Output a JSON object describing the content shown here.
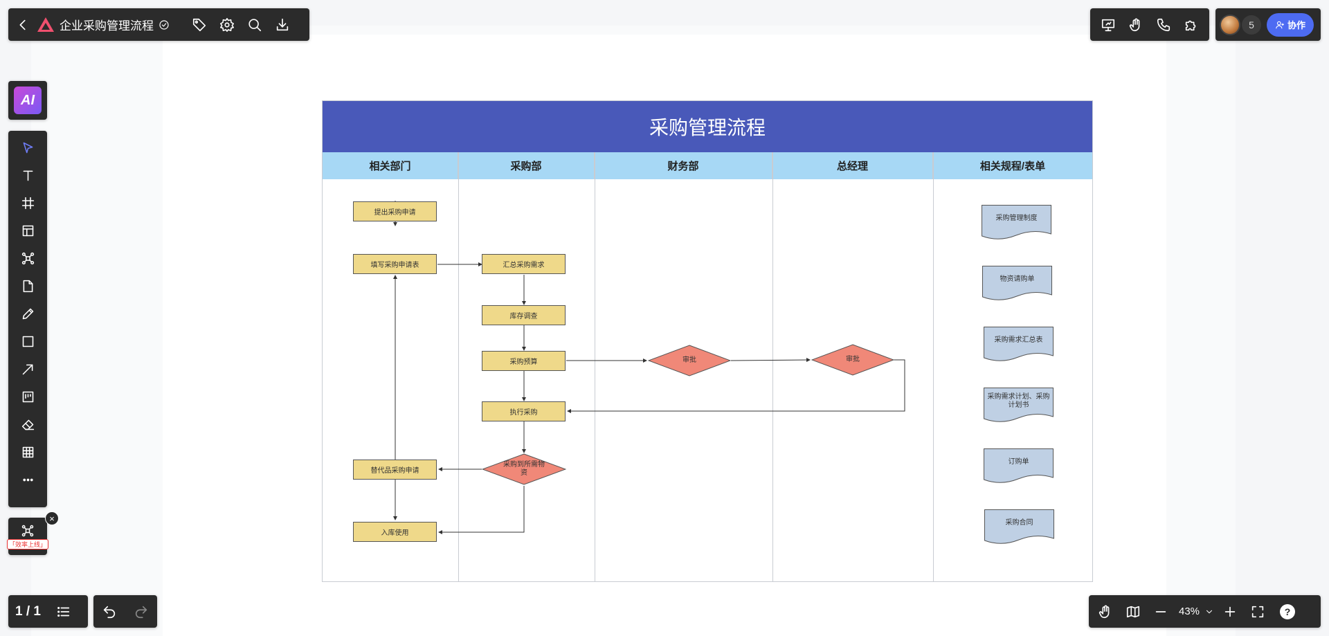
{
  "header": {
    "title": "企业采购管理流程",
    "collab_count": "5",
    "collab_label": "协作"
  },
  "ai": {
    "label": "AI"
  },
  "mini_tool": {
    "tag": "「效率上线」"
  },
  "footer": {
    "page_indicator": "1 / 1",
    "zoom": "43%",
    "help": "?"
  },
  "diagram": {
    "title": "采购管理流程",
    "lanes": [
      "相关部门",
      "采购部",
      "财务部",
      "总经理",
      "相关规程/表单"
    ],
    "nodes": {
      "submit_request": "提出采购申请",
      "fill_form": "填写采购申请表",
      "summarize": "汇总采购需求",
      "inventory": "库存调查",
      "budget": "采购预算",
      "approve_finance": "审批",
      "approve_gm": "审批",
      "execute": "执行采购",
      "check_goods": "采购到所需物资",
      "substitute": "替代品采购申请",
      "warehouse": "入库使用"
    },
    "documents": [
      "采购管理制度",
      "物资请购单",
      "采购需求汇总表",
      "采购需求计划、采购计划书",
      "订购单",
      "采购合同"
    ]
  },
  "colors": {
    "title_bar": "#4959b9",
    "lane_header": "#a7d8f5",
    "process": "#efd98a",
    "decision": "#f08878",
    "document": "#bfd0e4",
    "accent": "#4d6bf2"
  }
}
